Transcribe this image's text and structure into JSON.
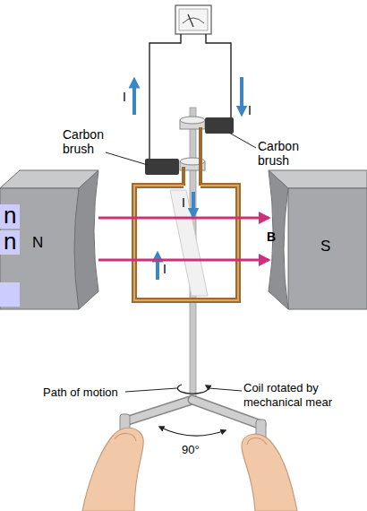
{
  "diagram": {
    "nodes": [
      {
        "text": [
          "N"
        ]
      },
      {
        "text": [
          "n"
        ]
      },
      {
        "text": [
          "n"
        ]
      },
      {
        "text": [
          "S"
        ]
      }
    ],
    "edges": [
      {
        "from": 0,
        "to": 3,
        "arrow": "to"
      },
      {
        "from": 0,
        "to": 3,
        "arrow": "to"
      }
    ],
    "labels": [
      "I",
      "I",
      "Carbon brush",
      "Carbon brush",
      "I",
      "B",
      "I",
      "Path of motion",
      "Coil rotated by mechanical mear",
      "90°"
    ]
  }
}
